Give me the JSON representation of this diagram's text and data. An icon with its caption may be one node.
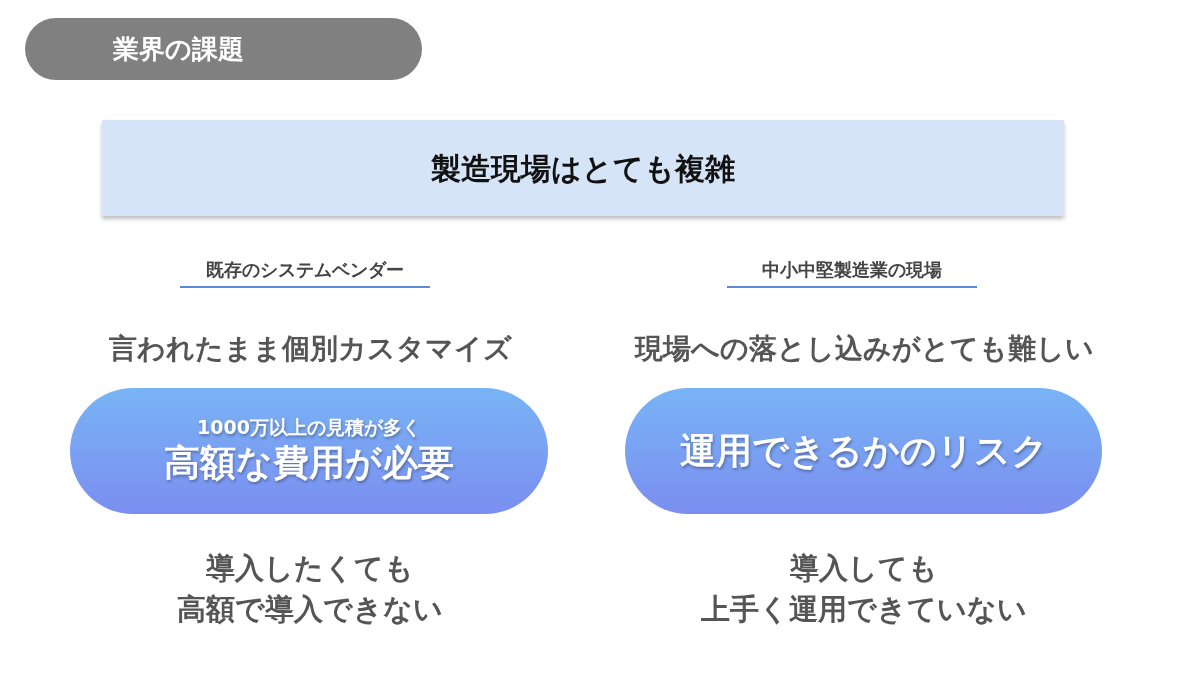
{
  "diagram": {
    "title": "業界の課題",
    "nodes": [
      {
        "text": [
          "製造現場はとても複雑"
        ]
      },
      {
        "text": [
          "1000万以上の見積が多く",
          "高額な費用が必要"
        ]
      },
      {
        "text": [
          "運用できるかのリスク"
        ]
      }
    ],
    "labels": [
      "既存のシステムベンダー",
      "中小中堅製造業の現場",
      "言われたまま個別カスタマイズ",
      "現場への落とし込みがとても難しい",
      "導入したくても高額で導入できない",
      "導入しても上手く運用できていない"
    ]
  }
}
